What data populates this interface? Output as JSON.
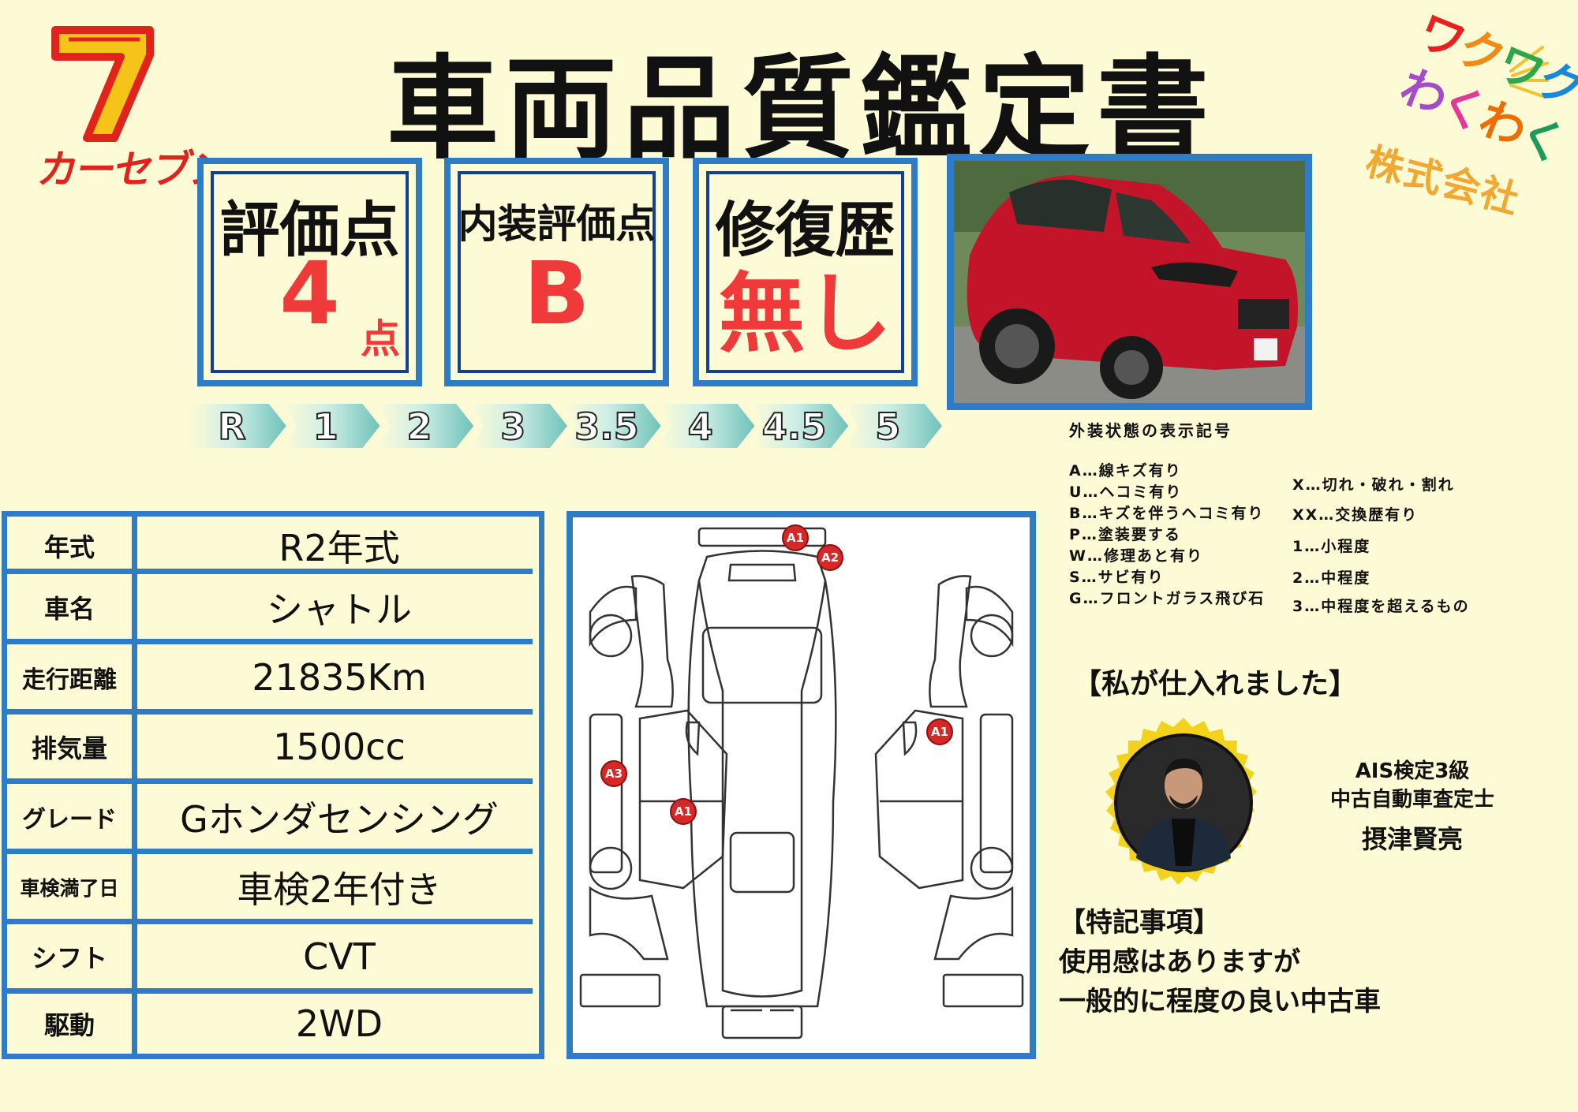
{
  "title": "車両品質鑑定書",
  "brand": {
    "logo_glyph": "7",
    "logo_text": "カーセブン",
    "logo_color": "#e0241c"
  },
  "corner_logo": {
    "line1": "ワクワク",
    "line2": "わくわく",
    "line3": "株式会社"
  },
  "ratings": {
    "score": {
      "label": "評価点",
      "value": "4",
      "unit": "点"
    },
    "interior": {
      "label": "内装評価点",
      "value": "B"
    },
    "repair_history": {
      "label": "修復歴",
      "value": "無し"
    }
  },
  "score_scale": [
    "R",
    "1",
    "2",
    "3",
    "3.5",
    "4",
    "4.5",
    "5"
  ],
  "legend": {
    "title": "外装状態の表示記号",
    "left": [
      "A…線キズ有り",
      "U…ヘコミ有り",
      "B…キズを伴うヘコミ有り",
      "P…塗装要する",
      "W…修理あと有り",
      "S…サビ有り",
      "G…フロントガラス飛び石"
    ],
    "right": [
      "X…切れ・破れ・割れ",
      "XX…交換歴有り",
      "1…小程度",
      "2…中程度",
      "3…中程度を超えるもの"
    ]
  },
  "info_rows": [
    {
      "label": "年式",
      "value": "R2年式"
    },
    {
      "label": "車名",
      "value": "シャトル"
    },
    {
      "label": "走行距離",
      "value": "21835Km"
    },
    {
      "label": "排気量",
      "value": "1500cc"
    },
    {
      "label": "グレード",
      "value": "Gホンダセンシング"
    },
    {
      "label": "車検満了日",
      "value": "車検2年付き"
    },
    {
      "label": "シフト",
      "value": "CVT"
    },
    {
      "label": "駆動",
      "value": "2WD"
    }
  ],
  "damage_marks": [
    "A1",
    "A2",
    "A1",
    "A3",
    "A1"
  ],
  "buyer": {
    "heading": "【私が仕入れました】",
    "cert1": "AIS検定3級",
    "cert2": "中古自動車査定士",
    "name": "摂津賢亮"
  },
  "notes": {
    "heading": "【特記事項】",
    "line1": "使用感はありますが",
    "line2": "一般的に程度の良い中古車"
  },
  "colors": {
    "frame_blue": "#2e7cc6",
    "accent_red": "#f03a3a",
    "background": "#fdfbd6"
  }
}
